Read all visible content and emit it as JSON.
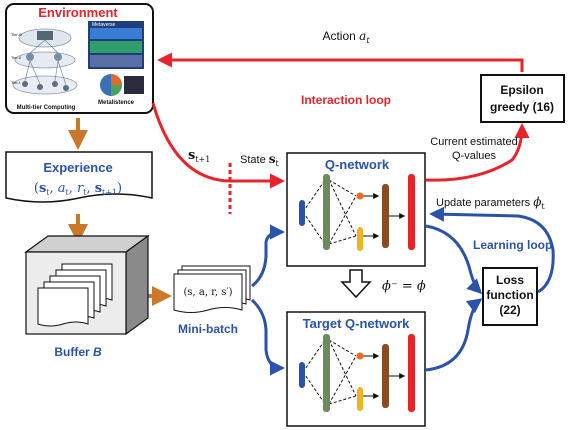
{
  "colors": {
    "red": "#e8232a",
    "blue": "#2a52a8",
    "orange": "#c9782b",
    "green": "#6f8a5a",
    "brown": "#8a4a22",
    "yellow": "#f0b323",
    "dot_orange": "#ef6a1c"
  },
  "environment": {
    "title": "Environment",
    "tier_labels": [
      "Tier-III",
      "Tier-II",
      "Tier-I"
    ],
    "caption_left": "Multi-tier Computing",
    "caption_right": "Metalistence",
    "metaverse_label": "Metaverse"
  },
  "experience": {
    "title": "Experience",
    "tuple": "(s_t, a_t, r_t, s_{t+1})"
  },
  "buffer": {
    "label_prefix": "Buffer ",
    "label_var": "B"
  },
  "minibatch": {
    "tuple": "(s, a, r, s′)",
    "label": "Mini-batch"
  },
  "qnetwork": {
    "title": "Q-network"
  },
  "target_qnetwork": {
    "title": "Target Q-network"
  },
  "epsilon": {
    "line1": "Epsilon",
    "line2": "greedy (16)"
  },
  "loss": {
    "line1": "Loss",
    "line2": "function",
    "line3": "(22)"
  },
  "labels": {
    "action": "Action a_t",
    "interaction_loop": "Interaction loop",
    "state_prefix": "State ",
    "state_var": "s_t",
    "s_next": "s_{t+1}",
    "current_q_1": "Current estimated",
    "current_q_2": "Q-values",
    "update_params": "Update parameters ϕ_t",
    "learning_loop": "Learning loop",
    "phi_copy": "ϕ⁻ = ϕ"
  }
}
